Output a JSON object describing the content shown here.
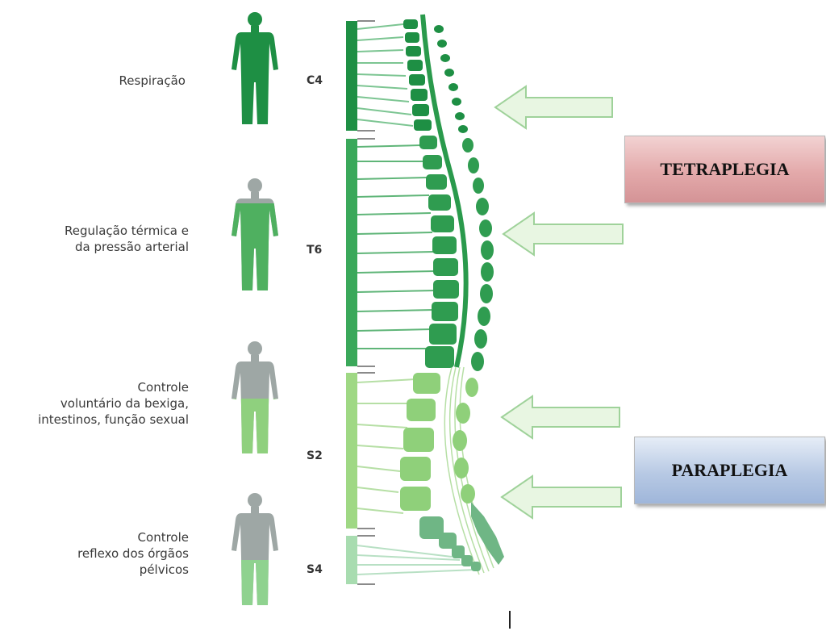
{
  "levels": [
    {
      "level": "C4",
      "function": "Respiração",
      "color": "#1e8f44"
    },
    {
      "level": "T6",
      "function": "Regulação térmica e\nda pressão arterial",
      "color": "#3aa85a"
    },
    {
      "level": "S2",
      "function": "Controle\nvoluntário da bexiga,\nintestinos, função sexual",
      "color": "#8dce73"
    },
    {
      "level": "S4",
      "function": "Controle\nreflexo dos órgãos\npélvicos",
      "color": "#7cc792"
    }
  ],
  "diagnoses": {
    "tetraplegia": "TETRAPLEGIA",
    "paraplegia": "PARAPLEGIA"
  },
  "colors": {
    "body_gray": "#9ea7a5",
    "cervical_green": "#1e8f44",
    "thoracic_green": "#3aa85a",
    "lumbar_green": "#8dce73",
    "arrow_fill": "#e8f6e2",
    "arrow_stroke": "#9fd29a",
    "tetraplegia_box": "#e3a9aa",
    "paraplegia_box": "#b7c9e4"
  }
}
